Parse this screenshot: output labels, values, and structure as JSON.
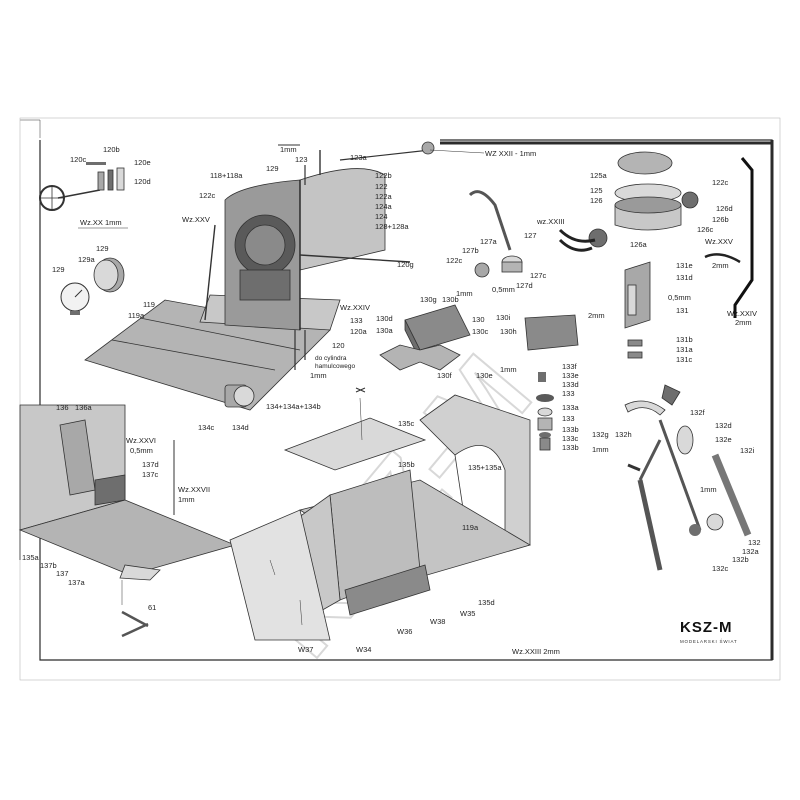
{
  "brand": {
    "logo_text": "KSZ-M",
    "tagline": "MODELARSKI ŚWIAT"
  },
  "watermark": "KSZ-M",
  "labels": {
    "wz_xx": "Wz.XX  1mm",
    "wz_xxii": "WZ XXII  - 1mm",
    "mm1_top": "1mm",
    "wz_xxv_left": "Wz.XXV",
    "wz_xxiv_mid": "Wz.XXIV",
    "wz_xxiii_small": "wz.XXIII",
    "wz_xxv_right": "Wz.XXV",
    "wz_xxiv_right": "Wz.XXIV",
    "mm2_right": "2mm",
    "mm2_xxv": "2mm",
    "wz_xxvi": "Wz.XXVI",
    "mm05_xxvi": "0,5mm",
    "wz_xxvii": "Wz.XXVII",
    "mm1_xxvii": "1mm",
    "wz_xxiii": "Wz.XXIII   2mm",
    "do_cylindra": "do cylindra",
    "hamulcowego": "hamulcowego",
    "mm1_cyl": "1mm",
    "mm05_127": "0,5mm",
    "mm1_130": "1mm",
    "mm2_130i": "2mm",
    "mm05_131": "0,5mm",
    "mm1_133": "1mm",
    "mm1_132": "1mm",
    "mm1_132c": "1mm"
  },
  "parts": {
    "p120c": "120c",
    "p120b": "120b",
    "p120e": "120e",
    "p120d": "120d",
    "p129_top": "129",
    "p129a": "129a",
    "p129_l": "129",
    "p118": "118+118a",
    "p122c_l": "122c",
    "p129_c": "129",
    "p123": "123",
    "p123a": "123a",
    "p122b": "122b",
    "p122": "122",
    "p122a": "122a",
    "p124a": "124a",
    "p124": "124",
    "p128": "128+128a",
    "p120g": "120g",
    "p119": "119",
    "p119a": "119a",
    "p133": "133",
    "p120a": "120a",
    "p120": "120",
    "p134c": "134c",
    "p134d": "134d",
    "p134": "134+134a+134b",
    "p127a": "127a",
    "p127": "127",
    "p127b": "127b",
    "p122c_m": "122c",
    "p127c": "127c",
    "p127d": "127d",
    "p130g": "130g",
    "p130b": "130b",
    "p130d": "130d",
    "p130": "130",
    "p130a": "130a",
    "p130c": "130c",
    "p130f": "130f",
    "p130e": "130e",
    "p130i": "130i",
    "p130h": "130h",
    "p125a": "125a",
    "p125": "125",
    "p126": "126",
    "p126a": "126a",
    "p122c_r": "122c",
    "p126d": "126d",
    "p126b": "126b",
    "p126c": "126c",
    "p131e": "131e",
    "p131d": "131d",
    "p131": "131",
    "p131b": "131b",
    "p131a": "131a",
    "p131c": "131c",
    "p133f": "133f",
    "p133e": "133e",
    "p133d": "133d",
    "p133_1": "133",
    "p133a": "133a",
    "p133_2": "133",
    "p133b_1": "133b",
    "p133c": "133c",
    "p133b_2": "133b",
    "p132f": "132f",
    "p132g": "132g",
    "p132h": "132h",
    "p132d": "132d",
    "p132e": "132e",
    "p132i": "132i",
    "p132": "132",
    "p132a": "132a",
    "p132b": "132b",
    "p132c": "132c",
    "p136": "136",
    "p136a": "136a",
    "p137d": "137d",
    "p137c": "137c",
    "p135a": "135a",
    "p137b": "137b",
    "p137": "137",
    "p137a": "137a",
    "p61": "61",
    "p135c": "135c",
    "p135b": "135b",
    "p135": "135+135a",
    "p119a_b": "119a",
    "p135d": "135d",
    "pW35": "W35",
    "pW38": "W38",
    "pW36": "W36",
    "pW34": "W34",
    "pW37": "W37"
  },
  "colors": {
    "line": "#333333",
    "fill_light": "#d9d9d9",
    "fill_mid": "#a8a8a8",
    "fill_dark": "#6e6e6e",
    "frame": "#2b2b2b"
  }
}
